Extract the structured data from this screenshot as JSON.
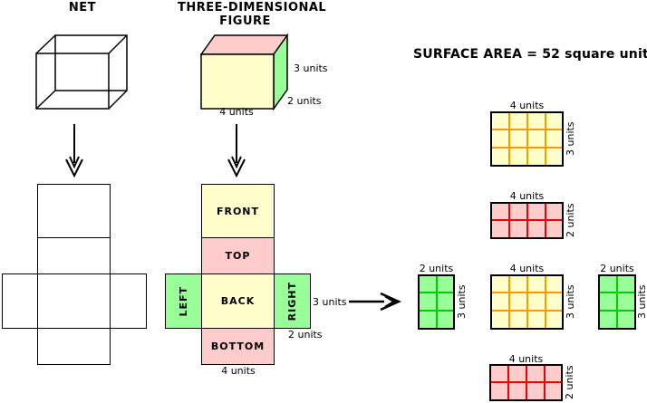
{
  "titles": {
    "net": "NET",
    "figure_line1": "THREE-DIMENSIONAL",
    "figure_line2": "FIGURE"
  },
  "surface_area": {
    "text": "SURFACE AREA = 52 square units"
  },
  "figure3d": {
    "height_label": "3 units",
    "depth_label": "2 units",
    "width_label": "4 units"
  },
  "labeled_net": {
    "front": "FRONT",
    "top": "TOP",
    "left": "LEFT",
    "back": "BACK",
    "right": "RIGHT",
    "bottom": "BOTTOM",
    "height_label": "3 units",
    "depth_label": "2 units",
    "width_label": "4 units"
  },
  "grids": [
    {
      "name": "front-face-grid",
      "color": "yellow",
      "cols": 4,
      "rows": 3,
      "top_label": "4 units",
      "side_label": "3 units"
    },
    {
      "name": "top-face-grid",
      "color": "pink",
      "cols": 4,
      "rows": 2,
      "top_label": "4 units",
      "side_label": "2 units"
    },
    {
      "name": "left-face-grid",
      "color": "green",
      "cols": 2,
      "rows": 3,
      "top_label": "2 units",
      "side_label": "3 units"
    },
    {
      "name": "back-face-grid",
      "color": "yellow",
      "cols": 4,
      "rows": 3,
      "top_label": "4 units",
      "side_label": "3 units"
    },
    {
      "name": "right-face-grid",
      "color": "green",
      "cols": 2,
      "rows": 3,
      "top_label": "2 units",
      "side_label": "3 units"
    },
    {
      "name": "bottom-face-grid",
      "color": "pink",
      "cols": 4,
      "rows": 2,
      "top_label": "4 units",
      "side_label": "2 units"
    }
  ],
  "colors": {
    "face_yellow": "#FFFFCC",
    "face_pink": "#FFCCCC",
    "face_green": "#99FF99",
    "grid_line_yellow": "#FF9900",
    "grid_line_pink": "#EE0000",
    "grid_line_green": "#00CC00",
    "outline": "#000000"
  }
}
